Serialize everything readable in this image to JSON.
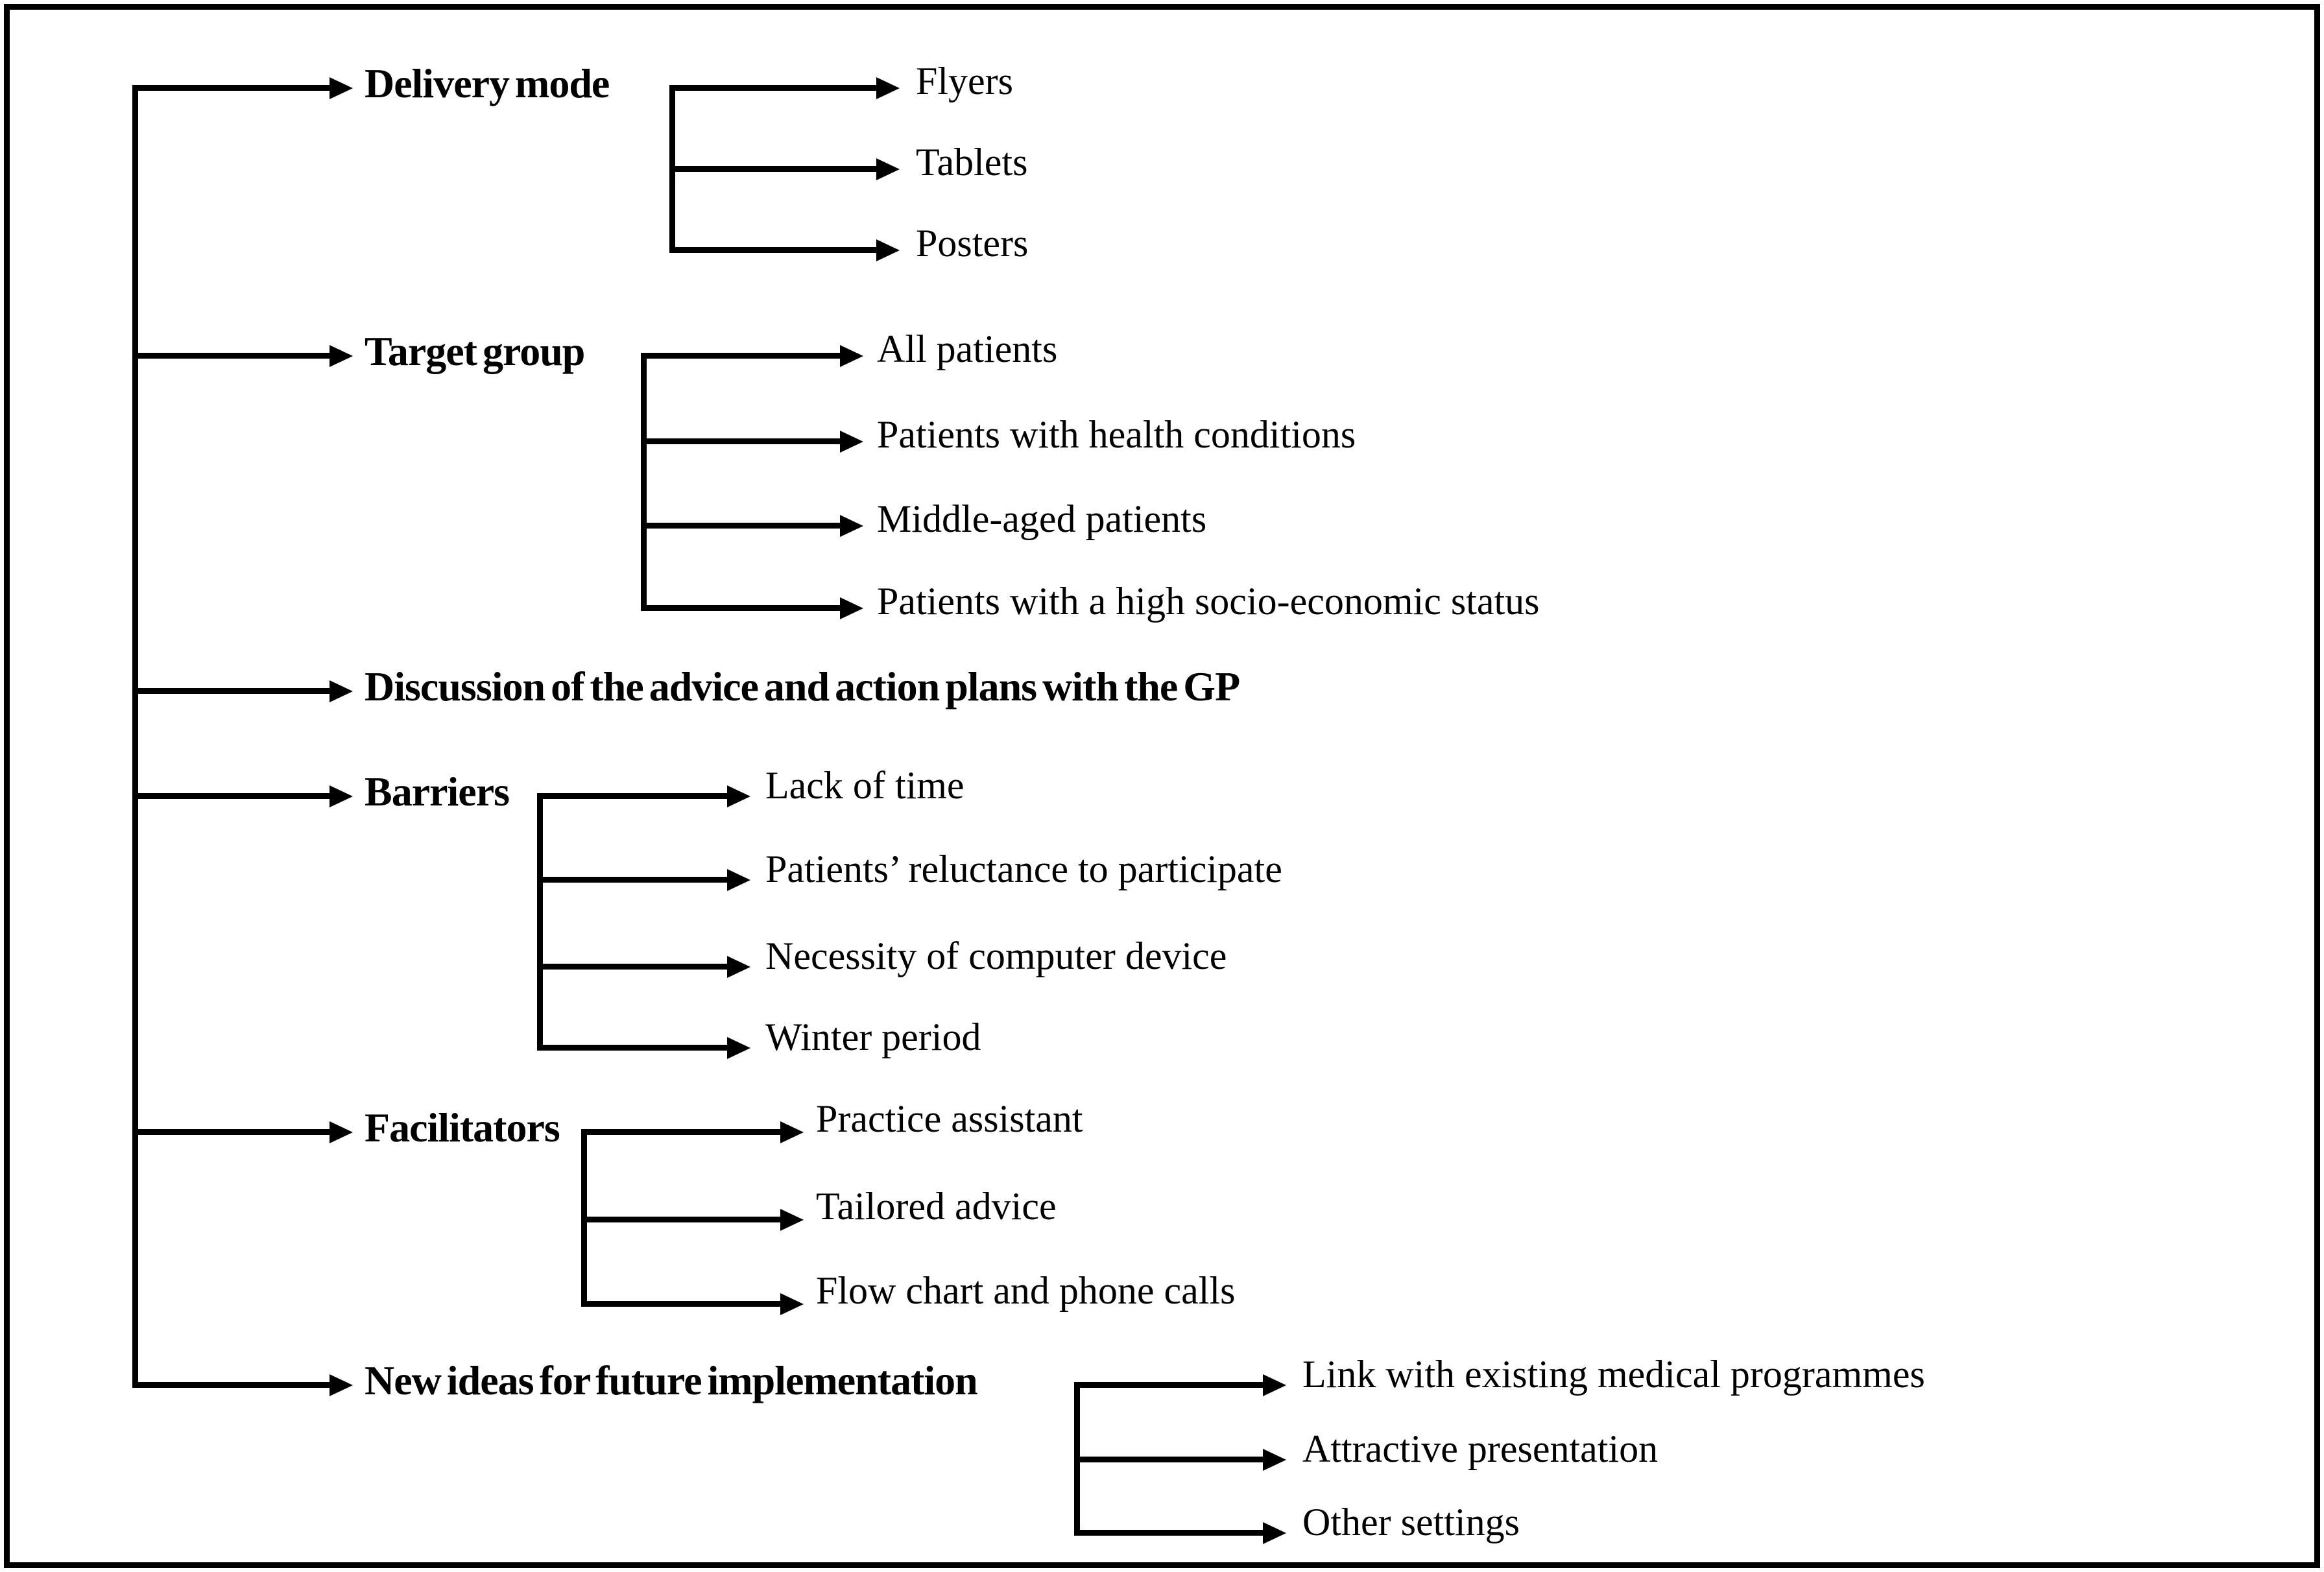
{
  "diagram": {
    "type": "tree",
    "styles": {
      "line_color": "#000000",
      "background": "#ffffff",
      "text_color": "#000000"
    },
    "tree": {
      "root_items": [
        {
          "label": "Delivery mode",
          "children": [
            "Flyers",
            "Tablets",
            "Posters"
          ]
        },
        {
          "label": "Target group",
          "children": [
            "All patients",
            "Patients with health conditions",
            "Middle-aged patients",
            "Patients with a high socio-economic status"
          ]
        },
        {
          "label": "Discussion of the advice and action plans with the GP",
          "children": []
        },
        {
          "label": "Barriers",
          "children": [
            "Lack of time",
            "Patients’ reluctance to participate",
            "Necessity of computer device",
            "Winter period"
          ]
        },
        {
          "label": "Facilitators",
          "children": [
            "Practice assistant",
            "Tailored advice",
            "Flow chart and phone calls"
          ]
        },
        {
          "label": "New ideas for future implementation",
          "children": [
            "Link with existing medical programmes",
            "Attractive presentation",
            "Other settings"
          ]
        }
      ]
    }
  }
}
